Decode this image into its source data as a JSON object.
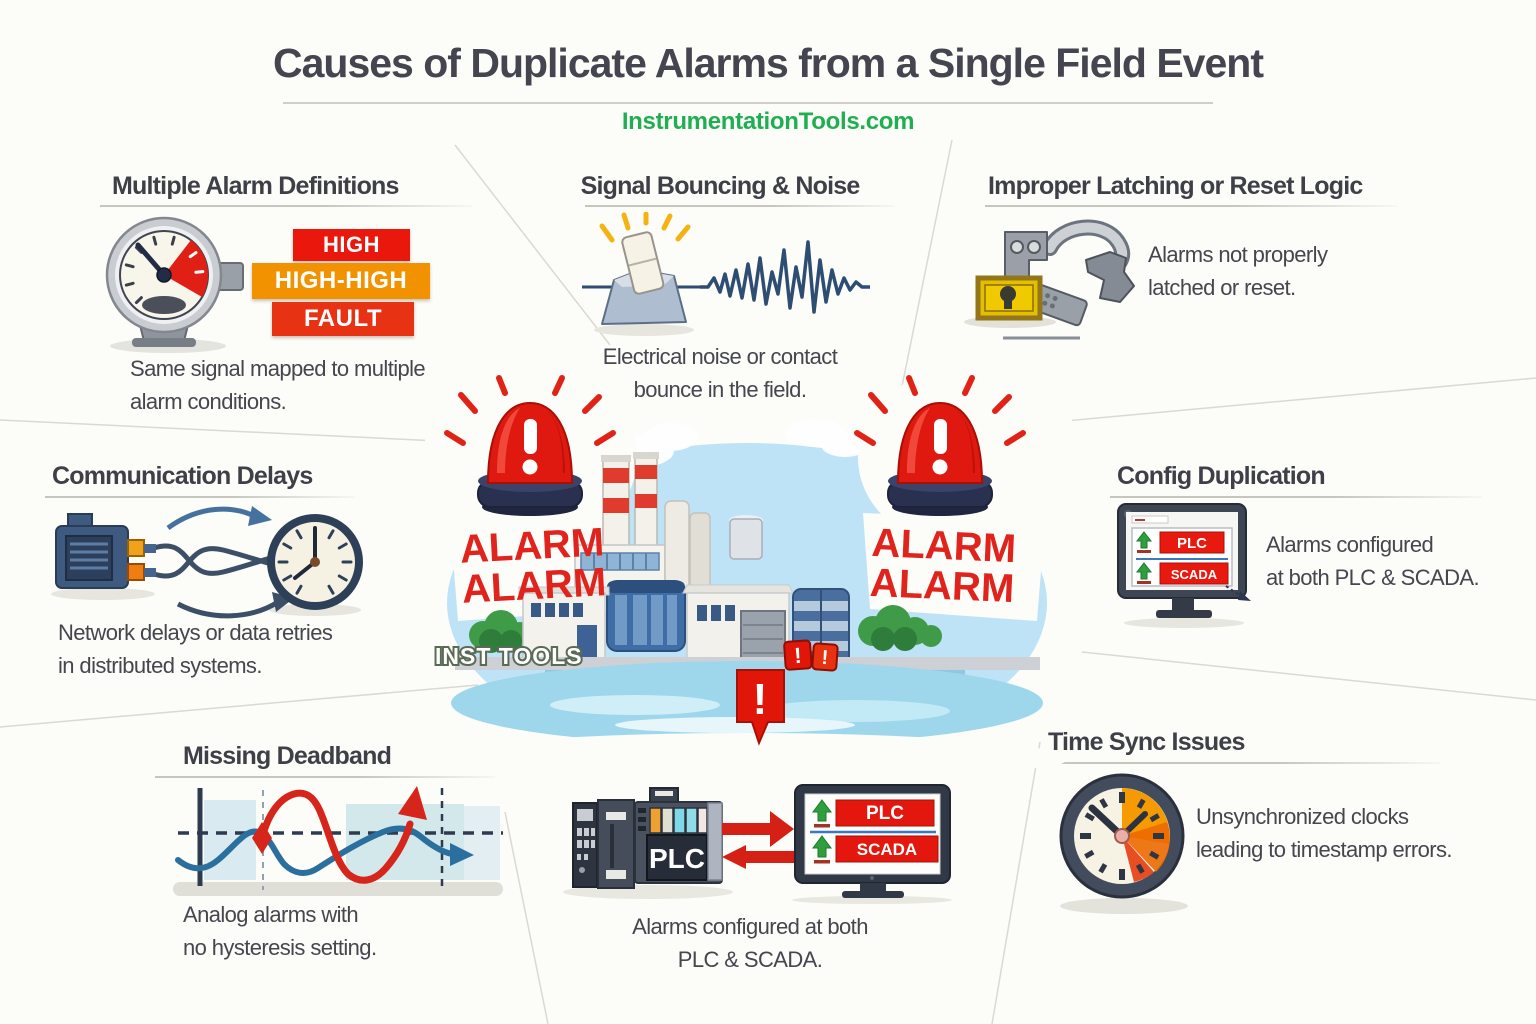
{
  "header": {
    "title": "Causes of Duplicate Alarms from a Single Field Event",
    "site": "InstrumentationTools.com"
  },
  "colors": {
    "accent_green": "#1faf52",
    "alarm_red": "#e0231c",
    "badge_red": "#e9170c",
    "badge_orange": "#f29200",
    "badge_fault_red": "#e73214",
    "heading_text": "#3e3f47",
    "sky_blue": "#bee3f6"
  },
  "sections": {
    "multiple_alarm_definitions": {
      "title": "Multiple Alarm Definitions",
      "badges": [
        "HIGH",
        "HIGH-HIGH",
        "FAULT"
      ],
      "caption_lines": [
        "Same signal mapped to multiple",
        "alarm conditions."
      ]
    },
    "signal_bouncing_noise": {
      "title": "Signal Bouncing & Noise",
      "caption_lines": [
        "Electrical noise or contact",
        "bounce in the field."
      ]
    },
    "improper_latching": {
      "title": "Improper Latching or Reset Logic",
      "caption_lines": [
        "Alarms not properly",
        "latched or reset."
      ]
    },
    "communication_delays": {
      "title": "Communication Delays",
      "caption_lines": [
        "Network delays or data retries",
        "in distributed systems."
      ]
    },
    "config_duplication": {
      "title": "Config Duplication",
      "screen_rows": [
        "PLC",
        "SCADA"
      ],
      "caption_lines": [
        "Alarms configured",
        "at both PLC & SCADA."
      ]
    },
    "missing_deadband": {
      "title": "Missing Deadband",
      "caption_lines": [
        "Analog alarms with",
        "no hysteresis setting."
      ]
    },
    "plc_scada_duplication": {
      "plc_label": "PLC",
      "screen_rows": [
        "PLC",
        "SCADA"
      ],
      "caption_lines": [
        "Alarms configured at both",
        "PLC & SCADA."
      ]
    },
    "time_sync_issues": {
      "title": "Time Sync Issues",
      "caption_lines": [
        "Unsynchronized clocks",
        "leading to timestamp errors."
      ]
    }
  },
  "center_illustration": {
    "alarm_lines": [
      "ALARM",
      "ALARM"
    ],
    "watermark": "INST TOOLS",
    "exclamation": "!"
  }
}
